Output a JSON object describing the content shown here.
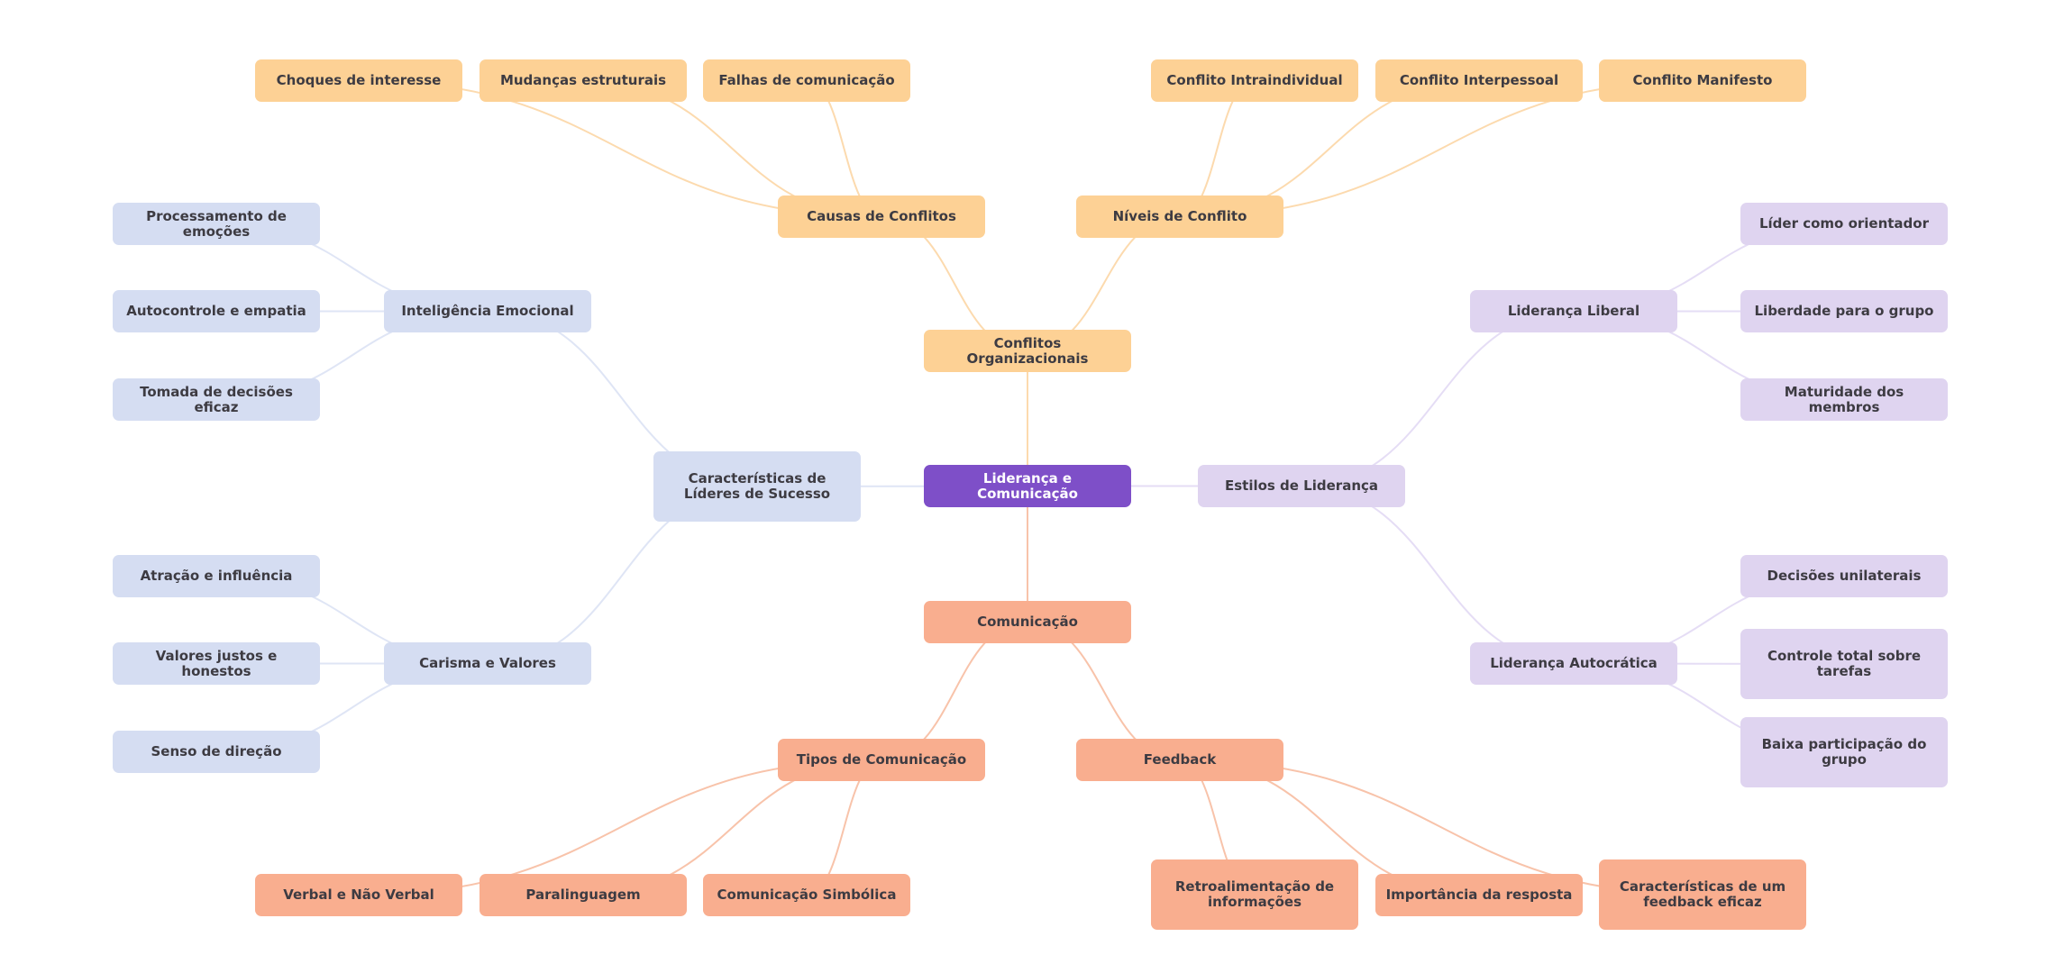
{
  "title": "Liderança e Comunicação",
  "colors": {
    "root": "#7e4fc8",
    "conflicts": "#fdd195",
    "conflicts_link": "#fcdaae",
    "communication": "#f9ae8f",
    "communication_link": "#f8c3aa",
    "leaders": "#d5ddf2",
    "leaders_link": "#dfe5f5",
    "styles": "#dfd4f0",
    "styles_link": "#e5ddf5"
  },
  "nodes": {
    "root": "Liderança e Comunicação",
    "conflitos": "Conflitos Organizacionais",
    "causas": "Causas de Conflitos",
    "choques": "Choques de interesse",
    "mudancas": "Mudanças estruturais",
    "falhas": "Falhas de comunicação",
    "niveis": "Níveis de Conflito",
    "intraindividual": "Conflito Intraindividual",
    "interpessoal": "Conflito Interpessoal",
    "manifesto": "Conflito Manifesto",
    "caracteristicas": "Características de Líderes de Sucesso",
    "inteligencia": "Inteligência Emocional",
    "processamento": "Processamento de emoções",
    "autocontrole": "Autocontrole e empatia",
    "tomada": "Tomada de decisões eficaz",
    "carisma": "Carisma e Valores",
    "atracao": "Atração e influência",
    "valores": "Valores justos e honestos",
    "senso": "Senso de direção",
    "estilos": "Estilos de Liderança",
    "liberal": "Liderança Liberal",
    "lider_orientador": "Líder como orientador",
    "liberdade": "Liberdade para o grupo",
    "maturidade": "Maturidade dos membros",
    "autocratica": "Liderança Autocrática",
    "decisoes": "Decisões unilaterais",
    "controle": "Controle total sobre tarefas",
    "baixa": "Baixa participação do grupo",
    "comunicacao": "Comunicação",
    "tipos": "Tipos de Comunicação",
    "verbal": "Verbal e Não Verbal",
    "paralinguagem": "Paralinguagem",
    "simbolica": "Comunicação Simbólica",
    "feedback": "Feedback",
    "retroalimentacao": "Retroalimentação de informações",
    "importancia": "Importância da resposta",
    "caracteristicas_feedback": "Características de um feedback eficaz"
  },
  "edges": [
    [
      "root",
      "conflitos",
      "conflicts"
    ],
    [
      "conflitos",
      "causas",
      "conflicts"
    ],
    [
      "conflitos",
      "niveis",
      "conflicts"
    ],
    [
      "causas",
      "choques",
      "conflicts"
    ],
    [
      "causas",
      "mudancas",
      "conflicts"
    ],
    [
      "causas",
      "falhas",
      "conflicts"
    ],
    [
      "niveis",
      "intraindividual",
      "conflicts"
    ],
    [
      "niveis",
      "interpessoal",
      "conflicts"
    ],
    [
      "niveis",
      "manifesto",
      "conflicts"
    ],
    [
      "root",
      "caracteristicas",
      "leaders"
    ],
    [
      "caracteristicas",
      "inteligencia",
      "leaders"
    ],
    [
      "caracteristicas",
      "carisma",
      "leaders"
    ],
    [
      "inteligencia",
      "processamento",
      "leaders"
    ],
    [
      "inteligencia",
      "autocontrole",
      "leaders"
    ],
    [
      "inteligencia",
      "tomada",
      "leaders"
    ],
    [
      "carisma",
      "atracao",
      "leaders"
    ],
    [
      "carisma",
      "valores",
      "leaders"
    ],
    [
      "carisma",
      "senso",
      "leaders"
    ],
    [
      "root",
      "estilos",
      "styles"
    ],
    [
      "estilos",
      "liberal",
      "styles"
    ],
    [
      "estilos",
      "autocratica",
      "styles"
    ],
    [
      "liberal",
      "lider_orientador",
      "styles"
    ],
    [
      "liberal",
      "liberdade",
      "styles"
    ],
    [
      "liberal",
      "maturidade",
      "styles"
    ],
    [
      "autocratica",
      "decisoes",
      "styles"
    ],
    [
      "autocratica",
      "controle",
      "styles"
    ],
    [
      "autocratica",
      "baixa",
      "styles"
    ],
    [
      "root",
      "comunicacao",
      "communication"
    ],
    [
      "comunicacao",
      "tipos",
      "communication"
    ],
    [
      "comunicacao",
      "feedback",
      "communication"
    ],
    [
      "tipos",
      "verbal",
      "communication"
    ],
    [
      "tipos",
      "paralinguagem",
      "communication"
    ],
    [
      "tipos",
      "simbolica",
      "communication"
    ],
    [
      "feedback",
      "retroalimentacao",
      "communication"
    ],
    [
      "feedback",
      "importancia",
      "communication"
    ],
    [
      "feedback",
      "caracteristicas_feedback",
      "communication"
    ]
  ]
}
